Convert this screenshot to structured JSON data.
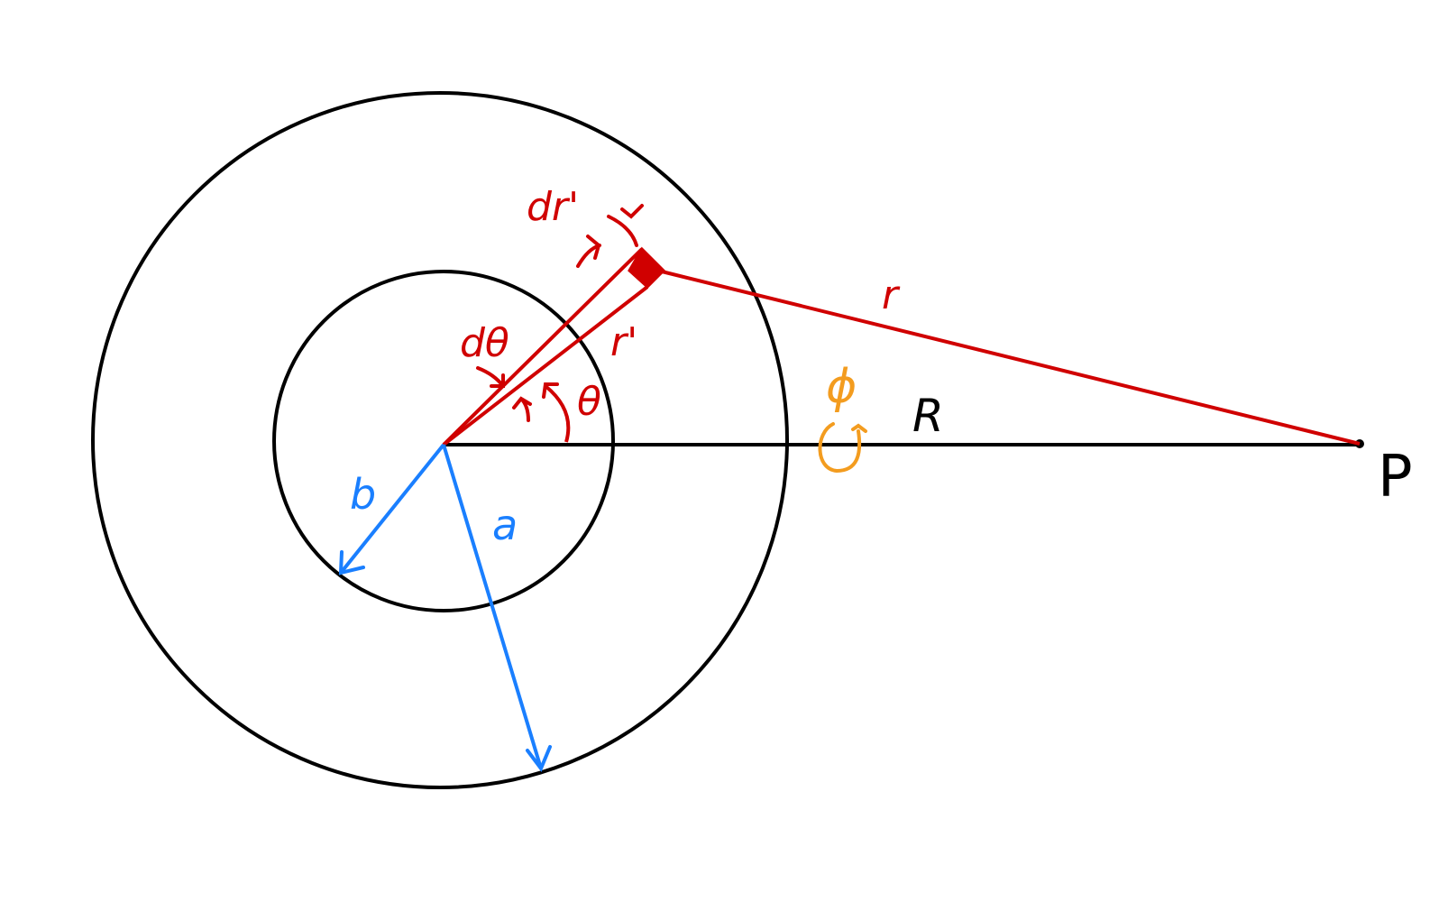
{
  "labels": {
    "dr_prime": "dr'",
    "r": "r",
    "d_theta": "dθ",
    "r_prime": "r'",
    "theta": "θ",
    "phi": "ϕ",
    "R": "R",
    "P": "P",
    "b": "b",
    "a": "a"
  },
  "colors": {
    "outline": "#000000",
    "red": "#d00000",
    "blue": "#1a7fff",
    "orange": "#f39c1f"
  }
}
